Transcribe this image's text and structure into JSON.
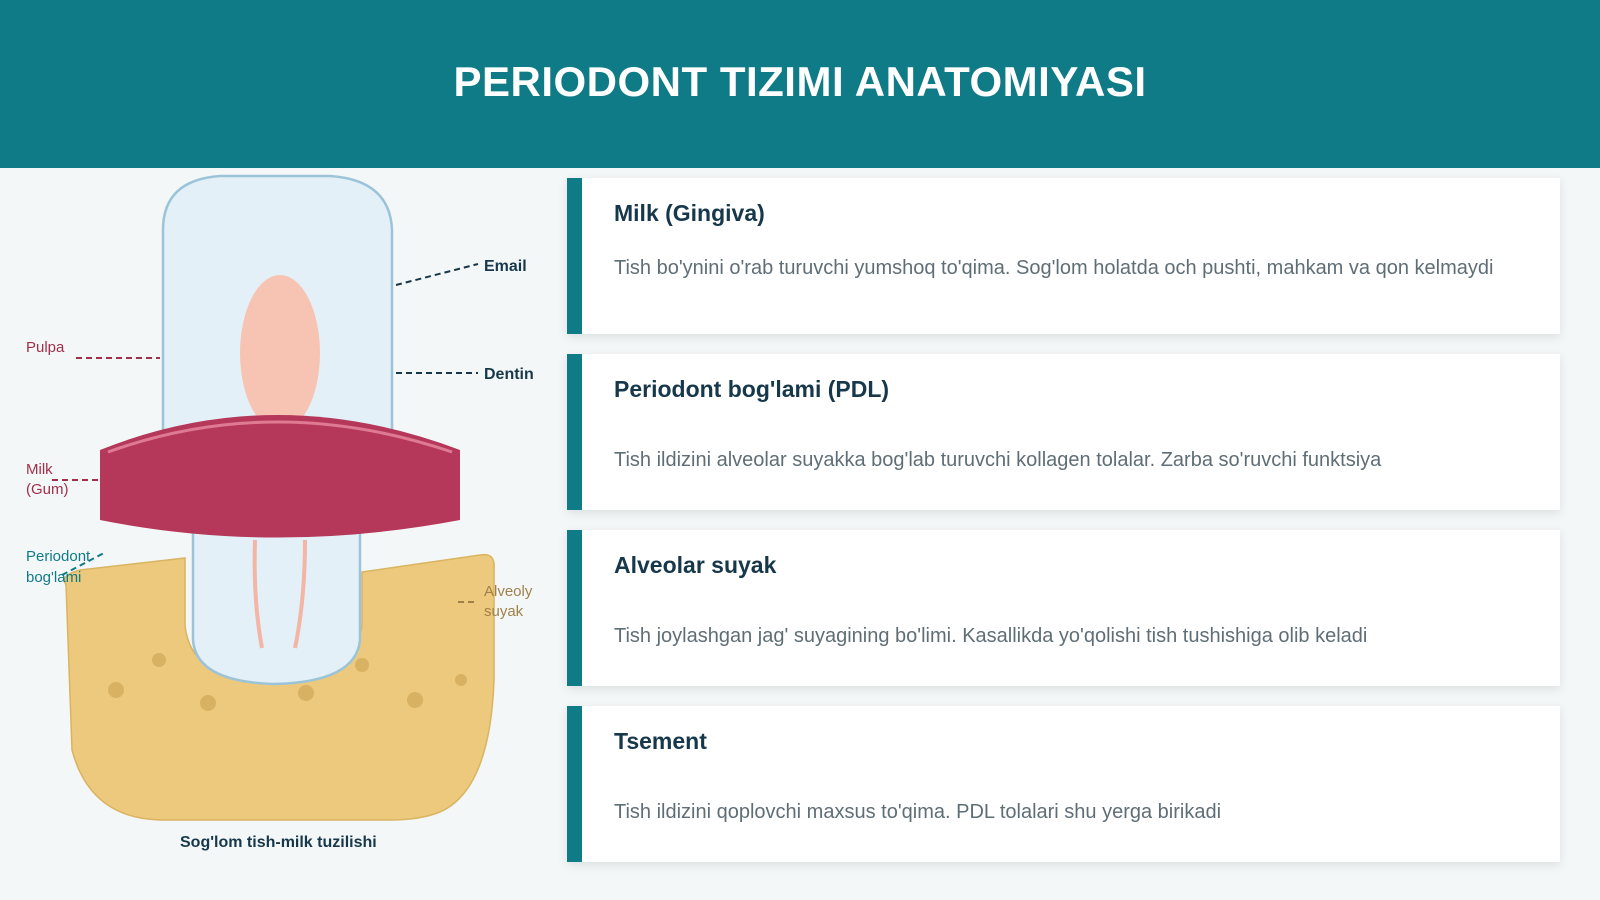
{
  "header": {
    "title": "PERIODONT TIZIMI ANATOMIYASI"
  },
  "diagram": {
    "labels": {
      "email": "Email",
      "dentin": "Dentin",
      "pulpa": "Pulpa",
      "milk_line1": "Milk",
      "milk_line2": "(Gum)",
      "periodont_line1": "Periodont",
      "periodont_line2": "bog'lami",
      "alveoly_line1": "Alveoly",
      "alveoly_line2": "suyak"
    },
    "caption": "Sog'lom tish-milk tuzilishi",
    "colors": {
      "enamel": "#e4f0f7",
      "pulp": "#f7c4b3",
      "gum": "#b5385a",
      "bone": "#ecc97c",
      "accent": "#0f7b87",
      "dark_label": "#17384a",
      "red_label": "#a0304a"
    }
  },
  "cards": [
    {
      "title": "Milk (Gingiva)",
      "description": "Tish bo'ynini o'rab turuvchi yumshoq to'qima. Sog'lom holatda och pushti, mahkam va qon kelmaydi"
    },
    {
      "title": "Periodont bog'lami (PDL)",
      "description": "Tish ildizini alveolar suyakka bog'lab turuvchi kollagen tolalar. Zarba so'ruvchi funktsiya"
    },
    {
      "title": "Alveolar suyak",
      "description": "Tish joylashgan jag' suyagining bo'limi. Kasallikda yo'qolishi tish tushishiga olib keladi"
    },
    {
      "title": "Tsement",
      "description": "Tish ildizini qoplovchi maxsus to'qima. PDL tolalari shu yerga birikadi"
    }
  ]
}
